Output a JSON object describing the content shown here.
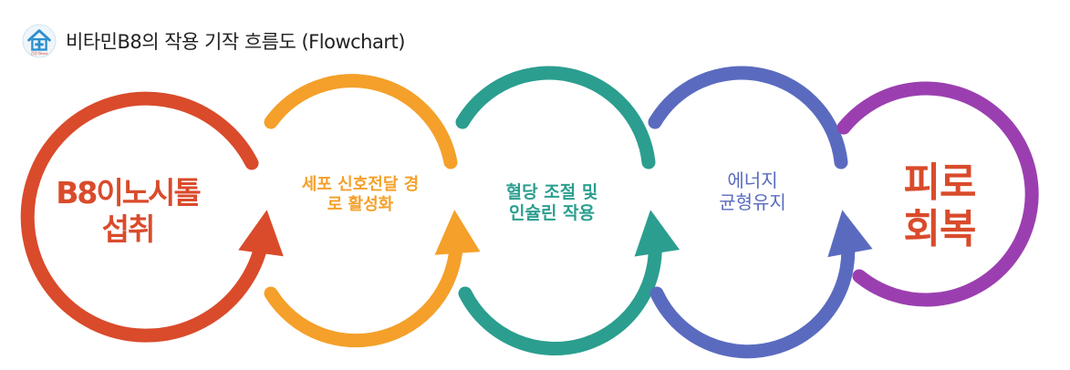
{
  "header": {
    "title": "비타민B8의 작용 기작 흐름도 (Flowchart)",
    "logo_text": "건강이Best"
  },
  "flow": {
    "nodes": [
      {
        "lines": [
          "B8이노시톨",
          "섭취"
        ],
        "color": "#d94b2b"
      },
      {
        "lines": [
          "세포 신호전달 경",
          "로 활성화"
        ],
        "color": "#f4a02a"
      },
      {
        "lines": [
          "혈당 조절 및",
          "인슐린 작용"
        ],
        "color": "#2b9e8f"
      },
      {
        "lines": [
          "에너지",
          "균형유지"
        ],
        "color": "#5a6bbf"
      },
      {
        "lines": [
          "피로",
          "회복"
        ],
        "color": "#9b3fb0",
        "text_color": "#d94b2b"
      }
    ]
  }
}
